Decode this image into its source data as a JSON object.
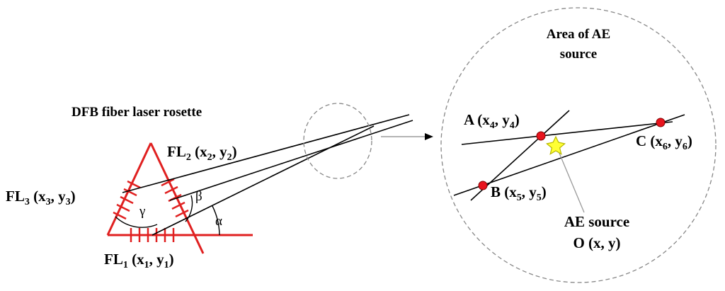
{
  "rosette_title": "DFB fiber laser rosette",
  "sensors": {
    "fl1": {
      "name": "FL",
      "sub": "1",
      "coord_open": " (x",
      "csub1": "1",
      "coord_mid": ", y",
      "csub2": "1",
      "coord_close": ")"
    },
    "fl2": {
      "name": "FL",
      "sub": "2",
      "coord_open": " (x",
      "csub1": "2",
      "coord_mid": ", y",
      "csub2": "2",
      "coord_close": ")"
    },
    "fl3": {
      "name": "FL",
      "sub": "3",
      "coord_open": " (x",
      "csub1": "3",
      "coord_mid": ", y",
      "csub2": "3",
      "coord_close": ")"
    }
  },
  "angles": {
    "alpha": "α",
    "beta": "β",
    "gamma": "γ"
  },
  "zoom_title_line1": "Area of AE",
  "zoom_title_line2": "source",
  "points": {
    "a": {
      "name": "A",
      "coord_open": " (x",
      "csub1": "4",
      "coord_mid": ", y",
      "csub2": "4",
      "coord_close": ")"
    },
    "b": {
      "name": "B",
      "coord_open": " (x",
      "csub1": "5",
      "coord_mid": ", y",
      "csub2": "5",
      "coord_close": ")"
    },
    "c": {
      "name": "C",
      "coord_open": " (x",
      "csub1": "6",
      "coord_mid": ", y",
      "csub2": "6",
      "coord_close": ")"
    }
  },
  "source_label_line1": "AE source",
  "source_label_line2": "O (x, y)",
  "colors": {
    "rosette": "#e02020",
    "point": "#e8141e",
    "star_fill": "#ffff33",
    "star_stroke": "#b8b800",
    "dashed": "#888888",
    "line": "#000000"
  }
}
